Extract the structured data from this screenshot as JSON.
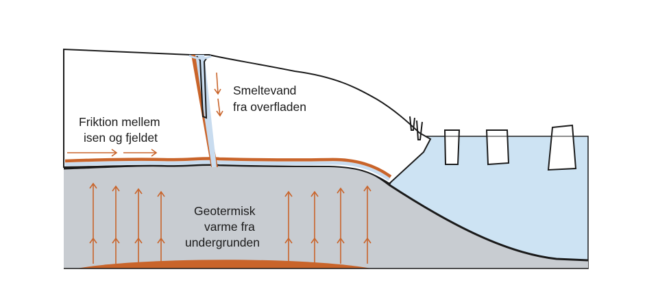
{
  "labels": {
    "meltwater_line1": "Smeltevand",
    "meltwater_line2": "fra overfladen",
    "friction_line1": "Friktion mellem",
    "friction_line2": "isen og fjeldet",
    "geothermal_line1": "Geotermisk",
    "geothermal_line2": "varme fra",
    "geothermal_line3": "undergrunden"
  },
  "colors": {
    "ice": "#ffffff",
    "outline": "#1a1a1a",
    "bedrock": "#c8ccd1",
    "sea": "#cde3f3",
    "meltwater": "#c9dcef",
    "heat": "#c9642a"
  }
}
